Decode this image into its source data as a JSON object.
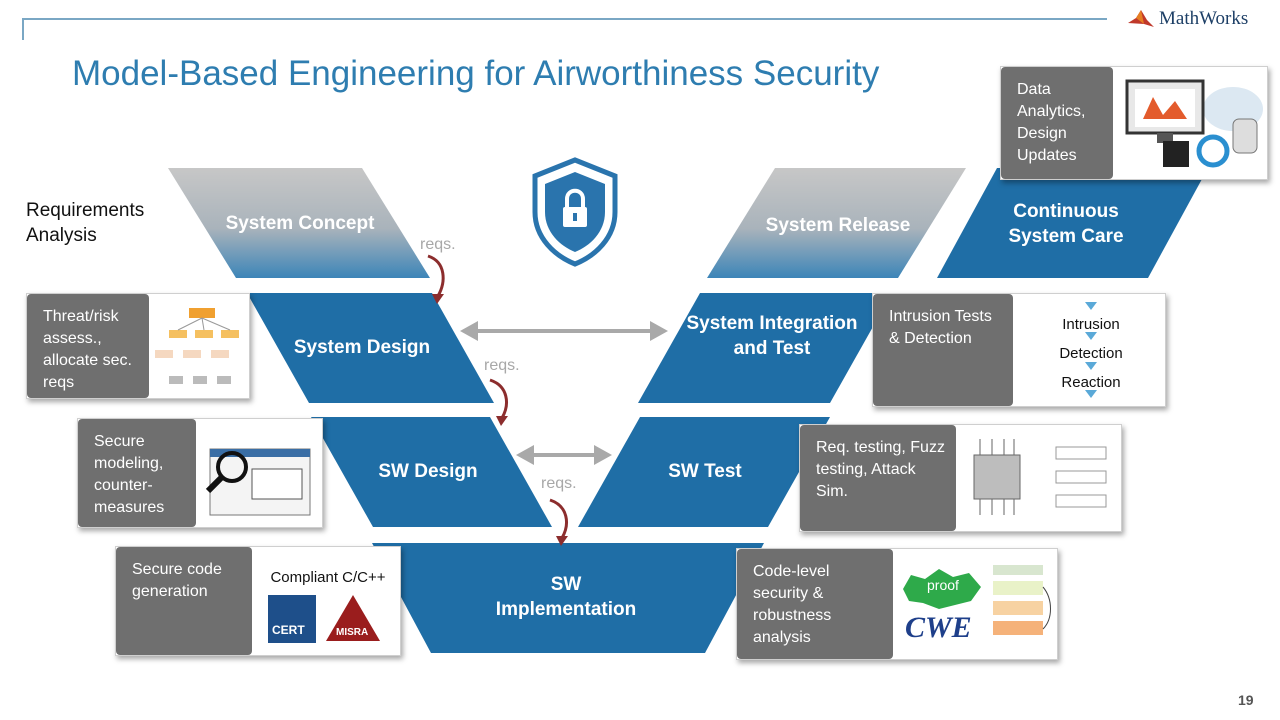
{
  "title": "Model-Based Engineering for Airworthiness Security",
  "logo": "MathWorks",
  "page_number": "19",
  "requirements_analysis": "Requirements Analysis",
  "reqs_label": "reqs.",
  "shield": "lock-icon",
  "stages": {
    "system_concept": "System Concept",
    "system_design": "System Design",
    "sw_design": "SW Design",
    "sw_implementation": "SW Implementation",
    "sw_test": "SW Test",
    "system_integration": "System Integration and Test",
    "system_release": "System Release",
    "continuous_care": "Continuous System Care"
  },
  "cards": {
    "threat": "Threat/risk assess., allocate sec. reqs",
    "secure_modeling": "Secure modeling, counter-measures",
    "secure_code": "Secure code generation",
    "compliant": "Compliant C/C++",
    "cert": "CERT",
    "misra": "MISRA",
    "code_level": "Code-level security & robustness analysis",
    "proof": "proof",
    "cwe": "CWE",
    "req_testing": "Req. testing, Fuzz testing, Attack Sim.",
    "intrusion": "Intrusion Tests & Detection",
    "flow": [
      "Intrusion",
      "Detection",
      "Reaction"
    ],
    "data_analytics": "Data Analytics, Design Updates"
  },
  "colors": {
    "blue": "#1f6ea6",
    "gray_card": "#6f6f6f",
    "title": "#2e7db0",
    "concept_gray": "#aeb6bd"
  }
}
